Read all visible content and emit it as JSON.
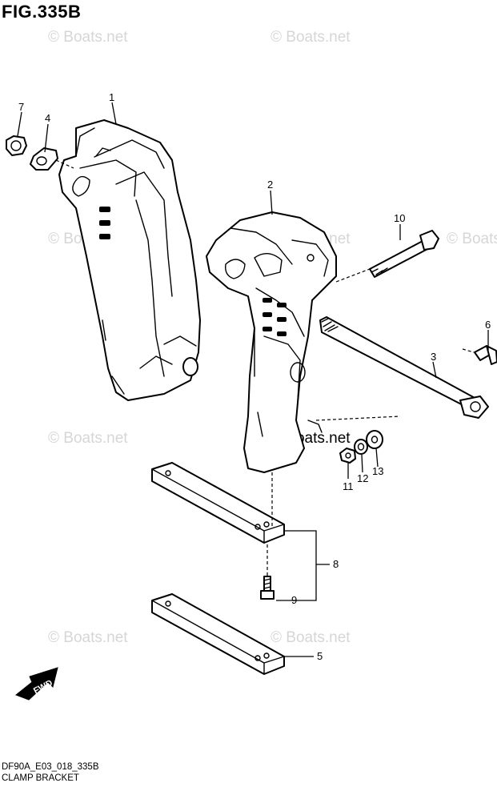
{
  "figure": {
    "title": "FIG.335B",
    "code": "DF90A_E03_018_335B",
    "caption": "CLAMP BRACKET"
  },
  "watermarks": [
    "© Boats.net",
    "© Boats.net",
    "© Boats.net",
    "© Boats.net",
    "© Boats.net",
    "© Boats.net",
    "© Boats.net",
    "© Boats.net",
    "© Boats.net"
  ],
  "callouts": {
    "p1": "1",
    "p2": "2",
    "p3": "3",
    "p4": "4",
    "p5": "5",
    "p6": "6",
    "p7": "7",
    "p8": "8",
    "p9": "9",
    "p10": "10",
    "p11": "11",
    "p12": "12",
    "p13": "13"
  },
  "fwd_label": "FWD",
  "icons": [
    "fwd-arrow-icon",
    "copyright-icon"
  ]
}
